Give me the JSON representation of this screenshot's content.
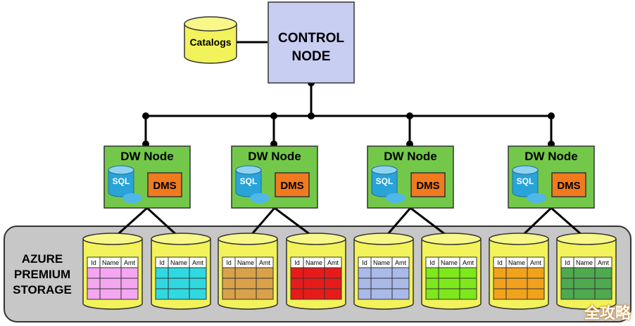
{
  "catalogs": {
    "label": "Catalogs"
  },
  "control_node": {
    "line1": "CONTROL",
    "line2": "NODE"
  },
  "storage": {
    "lines": [
      "AZURE",
      "PREMIUM",
      "STORAGE"
    ],
    "table_headers": [
      "Id",
      "Name",
      "Amt"
    ]
  },
  "dw_nodes": [
    {
      "title": "DW Node",
      "sql_label": "SQL",
      "dms_label": "DMS"
    },
    {
      "title": "DW Node",
      "sql_label": "SQL",
      "dms_label": "DMS"
    },
    {
      "title": "DW Node",
      "sql_label": "SQL",
      "dms_label": "DMS"
    },
    {
      "title": "DW Node",
      "sql_label": "SQL",
      "dms_label": "DMS"
    }
  ],
  "distributions": [
    {
      "table_color": "#f4a6f0"
    },
    {
      "table_color": "#2fd9e0"
    },
    {
      "table_color": "#d9a24a"
    },
    {
      "table_color": "#e81b1b"
    },
    {
      "table_color": "#a9b9e8"
    },
    {
      "table_color": "#7ee81b"
    },
    {
      "table_color": "#f0a21b"
    },
    {
      "table_color": "#4fa94f"
    }
  ],
  "colors": {
    "control_node_fill": "#c8cdf2",
    "dw_node_fill": "#73c84a",
    "dms_fill": "#f07a1e",
    "cylinder_fill": "#f2f25a",
    "storage_fill": "#c7c7c7",
    "sql_fill": "#2aa3d9"
  },
  "watermark": "全攻略"
}
